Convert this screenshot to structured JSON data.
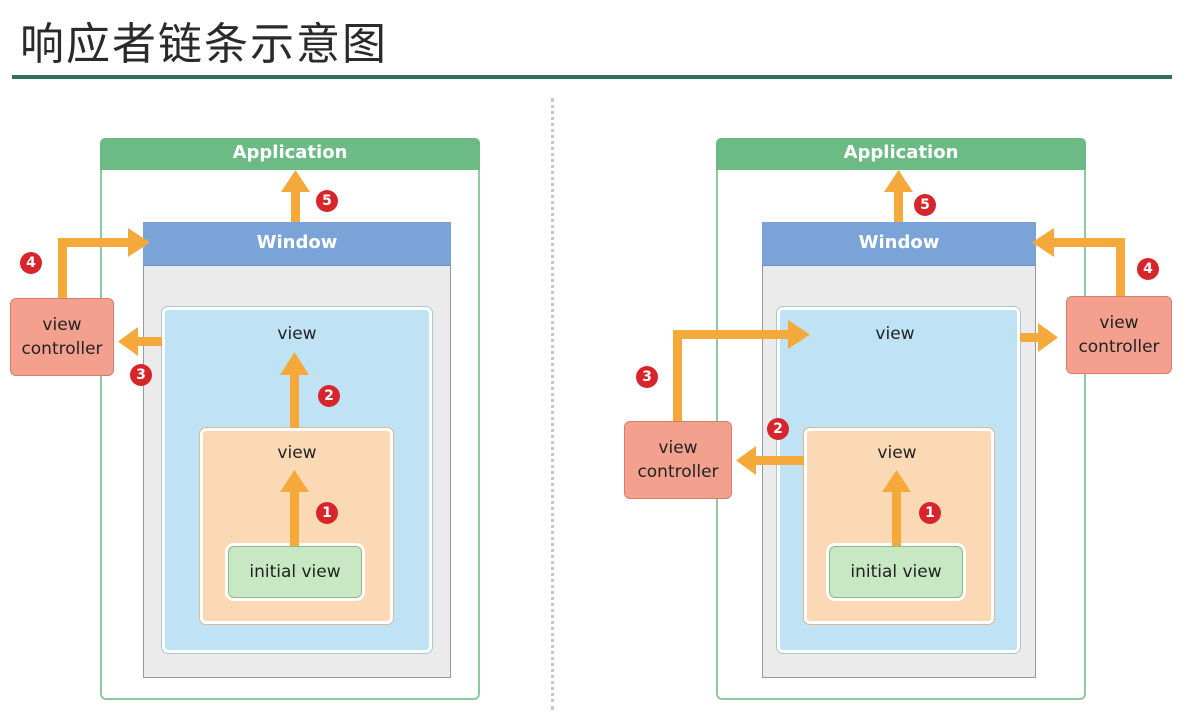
{
  "title": "响应者链条示意图",
  "left": {
    "application_label": "Application",
    "window_label": "Window",
    "outer_view_label": "view",
    "inner_view_label": "view",
    "initial_view_label": "initial view",
    "view_controller_label": "view\ncontroller",
    "steps": [
      "1",
      "2",
      "3",
      "4",
      "5"
    ]
  },
  "right": {
    "application_label": "Application",
    "window_label": "Window",
    "outer_view_label": "view",
    "inner_view_label": "view",
    "initial_view_label": "initial view",
    "view_controller_top_label": "view\ncontroller",
    "view_controller_bottom_label": "view\ncontroller",
    "steps": [
      "1",
      "2",
      "3",
      "4",
      "5"
    ]
  },
  "colors": {
    "arrow": "#f4a93a",
    "badge": "#d7262b",
    "application": "#6dbb84",
    "window": "#7aa3d8"
  }
}
